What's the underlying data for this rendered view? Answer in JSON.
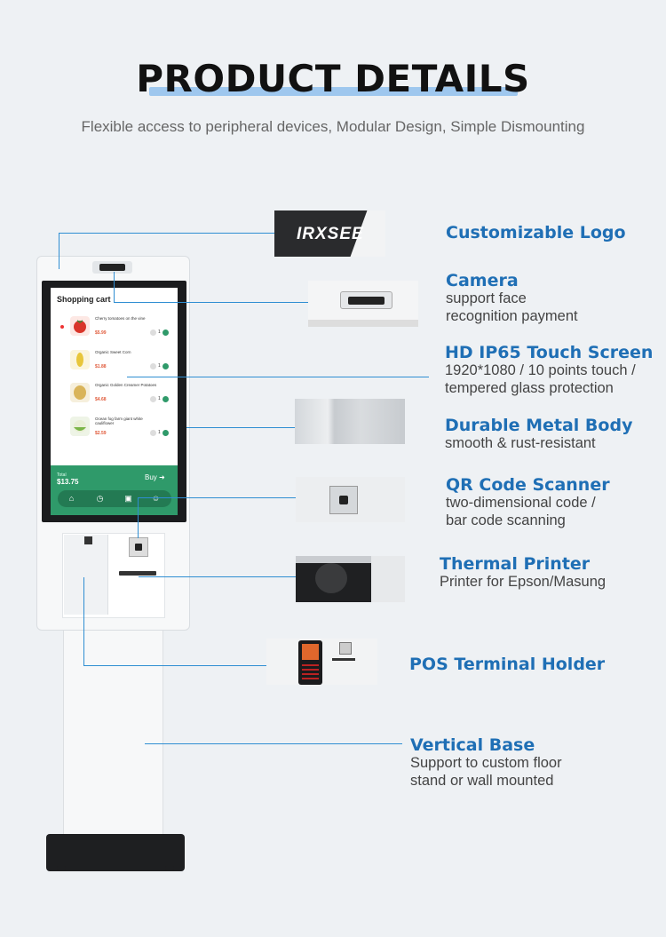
{
  "header": {
    "title": "PRODUCT DETAILS",
    "subtitle": "Flexible access to peripheral devices, Modular Design, Simple Dismounting"
  },
  "screen": {
    "cart_title": "Shopping cart",
    "items": [
      {
        "name": "Cherry tomatoes on the vine",
        "price": "$5.99",
        "qty": "1"
      },
      {
        "name": "Organic Sweet Corn",
        "price": "$1.88",
        "qty": "1"
      },
      {
        "name": "Organic Golden Creamer Potatoes",
        "price": "$4.68",
        "qty": "1"
      },
      {
        "name": "Ocean fog farm giant white cauliflower",
        "price": "$2.59",
        "qty": "1"
      }
    ],
    "total_label": "Total",
    "total": "$13.75",
    "buy": "Buy"
  },
  "logo_text": "IRXSEE",
  "features": {
    "logo": {
      "title": "Customizable Logo"
    },
    "camera": {
      "title": "Camera",
      "line1": "support face",
      "line2": "recognition payment"
    },
    "screen": {
      "title": "HD IP65 Touch Screen",
      "line1": "1920*1080 / 10 points touch /",
      "line2": " tempered glass protection"
    },
    "metal": {
      "title": "Durable Metal Body",
      "line1": "smooth & rust-resistant"
    },
    "qr": {
      "title": "QR Code Scanner",
      "line1": "two-dimensional code /",
      "line2": "bar code scanning"
    },
    "printer": {
      "title": "Thermal Printer",
      "line1": "Printer for Epson/Masung"
    },
    "pos": {
      "title": "POS Terminal Holder"
    },
    "base": {
      "title": "Vertical Base",
      "line1": "Support to custom floor",
      "line2": "stand or wall mounted"
    }
  },
  "colors": {
    "accent": "#1f6fb5",
    "screen_green": "#2f9a6a",
    "leader_line": "#2f8ed2"
  }
}
